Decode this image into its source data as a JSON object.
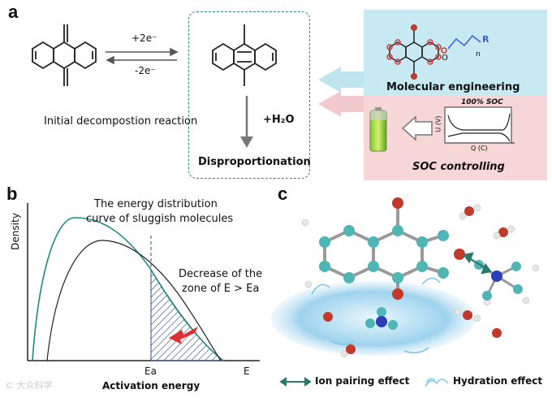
{
  "panel_a": {
    "letter": "a",
    "forward_label": "+2e⁻",
    "reverse_label": "-2e⁻",
    "initial_reaction": "Initial decompostion reaction",
    "water_label": "+H₂O",
    "disproportionation": "Disproportionation",
    "molecular_engineering": "Molecular engineering",
    "soc_title": "100% SOC",
    "soc_y_axis": "U (V)",
    "soc_x_axis": "Q (C)",
    "soc_controlling": "SOC controlling",
    "r_group": "R",
    "n_sub": "n",
    "o_label": "O"
  },
  "panel_b": {
    "letter": "b",
    "y_axis": "Density",
    "x_axis": "Activation energy",
    "ea_tick": "Ea",
    "e_tick": "E",
    "curve_title_line1": "The energy distribution",
    "curve_title_line2": "curve of sluggish molecules",
    "decrease_line1": "Decrease of the",
    "decrease_line2": "zone of  E > Ea"
  },
  "panel_c": {
    "letter": "c",
    "legend_ion": "Ion pairing effect",
    "legend_hydration": "Hydration effect"
  },
  "watermark": "© 大众科学",
  "colors": {
    "teal": "#1f8a7d",
    "red": "#d02020",
    "black_curve": "#222222",
    "hatch": "#2c4f8a",
    "blue_band": "#bfe6f0",
    "pink_band": "#f6d4d6",
    "oxygen_red": "#c0392b",
    "carbon_cyan": "#4fb5b5",
    "nitrogen_blue": "#2b3fb8"
  }
}
